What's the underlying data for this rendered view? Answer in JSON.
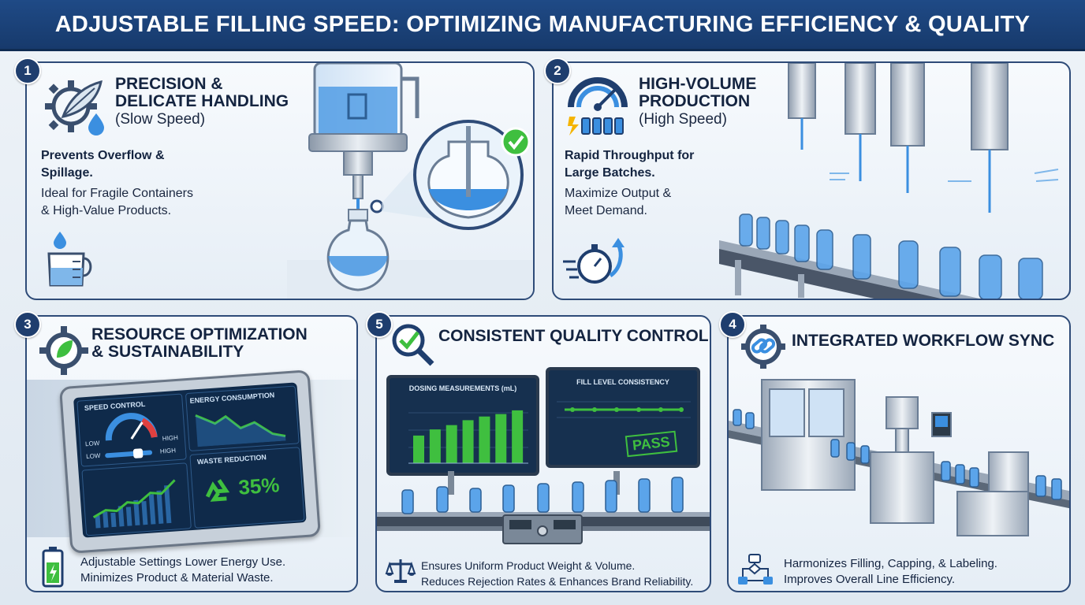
{
  "title": "ADJUSTABLE FILLING SPEED: OPTIMIZING MANUFACTURING EFFICIENCY & QUALITY",
  "panels": {
    "p1": {
      "number": "1",
      "heading_line1": "PRECISION &",
      "heading_line2": "DELICATE HANDLING",
      "subheading": "(Slow Speed)",
      "bold_line1": "Prevents Overflow &",
      "bold_line2": "Spillage.",
      "body_line1": "Ideal for Fragile Containers",
      "body_line2": "& High-Value Products."
    },
    "p2": {
      "number": "2",
      "heading_line1": "HIGH-VOLUME",
      "heading_line2": "PRODUCTION",
      "subheading": "(High Speed)",
      "bold_line1": "Rapid Throughput for",
      "bold_line2": "Large Batches.",
      "body_line1": "Maximize Output &",
      "body_line2": "Meet Demand."
    },
    "p3": {
      "number": "3",
      "heading_line1": "RESOURCE OPTIMIZATION",
      "heading_line2": "& SUSTAINABILITY",
      "screen": {
        "speed_label": "SPEED CONTROL",
        "low": "LOW",
        "high": "HIGH",
        "slider_low": "LOW",
        "slider_high": "HIGH",
        "energy_label": "ENERGY CONSUMPTION",
        "waste_label": "WASTE REDUCTION",
        "waste_value": "35%"
      },
      "caption_line1": "Adjustable Settings Lower Energy Use.",
      "caption_line2": "Minimizes Product & Material Waste."
    },
    "p5": {
      "number": "5",
      "heading": "CONSISTENT QUALITY CONTROL",
      "dosing_label": "DOSING MEASUREMENTS (mL)",
      "fill_label": "FILL LEVEL CONSISTENCY",
      "pass_label": "PASS",
      "dosing_bars": [
        0.45,
        0.55,
        0.62,
        0.7,
        0.76,
        0.8,
        0.86
      ],
      "caption_line1": "Ensures Uniform Product Weight & Volume.",
      "caption_line2": "Reduces Rejection Rates & Enhances Brand Reliability."
    },
    "p4": {
      "number": "4",
      "heading": "INTEGRATED WORKFLOW SYNC",
      "caption_line1": "Harmonizes Filling, Capping, & Labeling.",
      "caption_line2": "Improves Overall Line Efficiency."
    }
  },
  "colors": {
    "navy": "#1f3e6e",
    "water": "#3b8fe0",
    "green": "#3fbf3f",
    "panel_border": "#2e4b78"
  },
  "icons": [
    "gear-leaf-drop-icon",
    "measuring-cup-icon",
    "speedometer-bottles-icon",
    "stopwatch-icon",
    "gear-leaf-icon",
    "battery-icon",
    "magnifier-check-icon",
    "scale-icon",
    "gear-link-icon",
    "workflow-icon",
    "checkmark-icon"
  ]
}
